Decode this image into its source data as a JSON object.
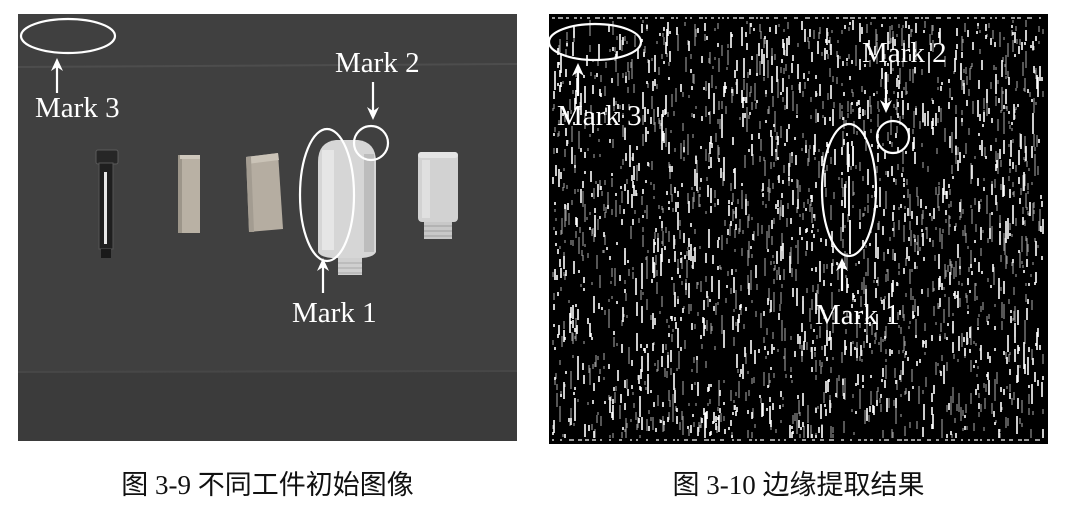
{
  "figures": [
    {
      "caption": "图 3-9 不同工件初始图像",
      "marks": {
        "mark1": "Mark 1",
        "mark2": "Mark 2",
        "mark3": "Mark 3"
      }
    },
    {
      "caption": "图 3-10 边缘提取结果",
      "marks": {
        "mark1": "Mark 1",
        "mark2": "Mark 2",
        "mark3": "Mark 3"
      }
    }
  ],
  "colors": {
    "page_background": "#ffffff",
    "photo_background": "#404040",
    "edge_background": "#000000",
    "annotation": "#ffffff"
  }
}
